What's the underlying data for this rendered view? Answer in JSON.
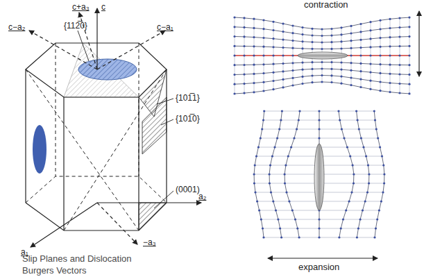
{
  "diagram": {
    "labels": [
      "{112̅0}",
      "c+a₃",
      "c",
      "c−a₂",
      "c−a₁",
      "{101̅1}",
      "{101̅0}",
      "a₂",
      "(0001)",
      "−a₃",
      "a₁",
      "Slip Planes and Dislocation Burgers Vectors",
      "contraction",
      "expansion"
    ]
  }
}
